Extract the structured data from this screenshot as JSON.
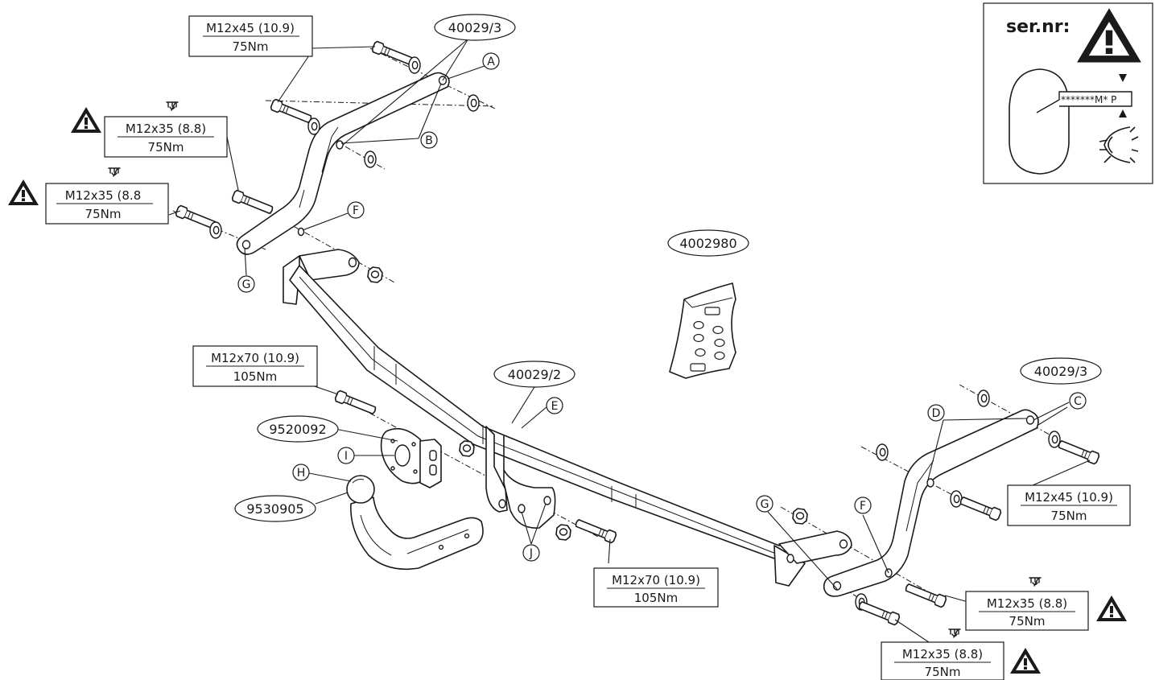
{
  "parts": {
    "bracket_left": "40029/3",
    "bracket_right": "40029/3",
    "crossbar": "40029/2",
    "bolt_kit": "4002980",
    "socket_plate": "9520092",
    "towball": "9530905"
  },
  "letters": {
    "A": "A",
    "B": "B",
    "C": "C",
    "D": "D",
    "E": "E",
    "F1": "F",
    "F2": "F",
    "G1": "G",
    "G2": "G",
    "H": "H",
    "I": "I",
    "J": "J"
  },
  "specs": {
    "tl_m12x45": {
      "size": "M12x45 (10.9)",
      "torque": "75Nm"
    },
    "l_m12x35_a": {
      "size": "M12x35 (8.8)",
      "torque": "75Nm"
    },
    "l_m12x35_b": {
      "size": "M12x35 (8.8",
      "torque": "75Nm"
    },
    "l_m12x70": {
      "size": "M12x70 (10.9)",
      "torque": "105Nm"
    },
    "c_m12x70": {
      "size": "M12x70 (10.9)",
      "torque": "105Nm"
    },
    "r_m12x45": {
      "size": "M12x45 (10.9)",
      "torque": "75Nm"
    },
    "r_m12x35_a": {
      "size": "M12x35 (8.8)",
      "torque": "75Nm"
    },
    "r_m12x35_b": {
      "size": "M12x35 (8.8)",
      "torque": "75Nm"
    }
  },
  "serial_panel": {
    "title": "ser.nr:",
    "serial_mask": "*******M* P"
  },
  "icons": {
    "warning": "warning-triangle-icon",
    "torque": "torque-wrench-icon",
    "eye": "eye-icon"
  },
  "colors": {
    "line": "#1a1a1a",
    "background": "#ffffff"
  }
}
